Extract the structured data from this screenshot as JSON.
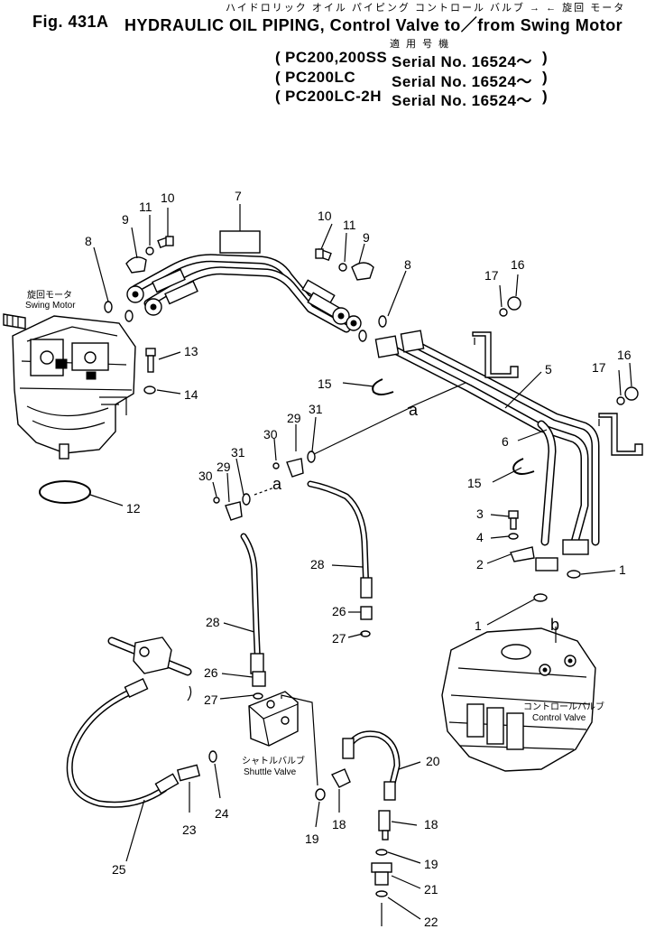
{
  "header": {
    "japanese_title": "ハイドロリック オイル パイピング コントロール バルブ → ← 旋回 モータ",
    "figure_number": "Fig. 431A",
    "title": "HYDRAULIC OIL PIPING, Control Valve to／from Swing Motor",
    "applicability_label": "適 用 号 機",
    "models": [
      {
        "model": "PC200,200SS",
        "serial": "Serial No. 16524～"
      },
      {
        "model": "PC200LC",
        "serial": "Serial No. 16524～"
      },
      {
        "model": "PC200LC-2H",
        "serial": "Serial No. 16524～"
      }
    ]
  },
  "components": {
    "swing_motor_jp": "旋回モータ",
    "swing_motor": "Swing Motor",
    "control_valve_jp": "コントロールバルブ",
    "control_valve": "Control Valve",
    "shuttle_valve_jp": "シャトルバルブ",
    "shuttle_valve": "Shuttle Valve"
  },
  "connection_letters": {
    "a": "a",
    "b": "b"
  },
  "callouts": {
    "n1": "1",
    "n2": "2",
    "n3": "3",
    "n4": "4",
    "n5": "5",
    "n6": "6",
    "n7": "7",
    "n8": "8",
    "n9": "9",
    "n10": "10",
    "n11": "11",
    "n12": "12",
    "n13": "13",
    "n14": "14",
    "n15": "15",
    "n16": "16",
    "n17": "17",
    "n18": "18",
    "n19": "19",
    "n20": "20",
    "n21": "21",
    "n22": "22",
    "n23": "23",
    "n24": "24",
    "n25": "25",
    "n26": "26",
    "n27": "27",
    "n28": "28",
    "n29": "29",
    "n30": "30",
    "n31": "31"
  }
}
